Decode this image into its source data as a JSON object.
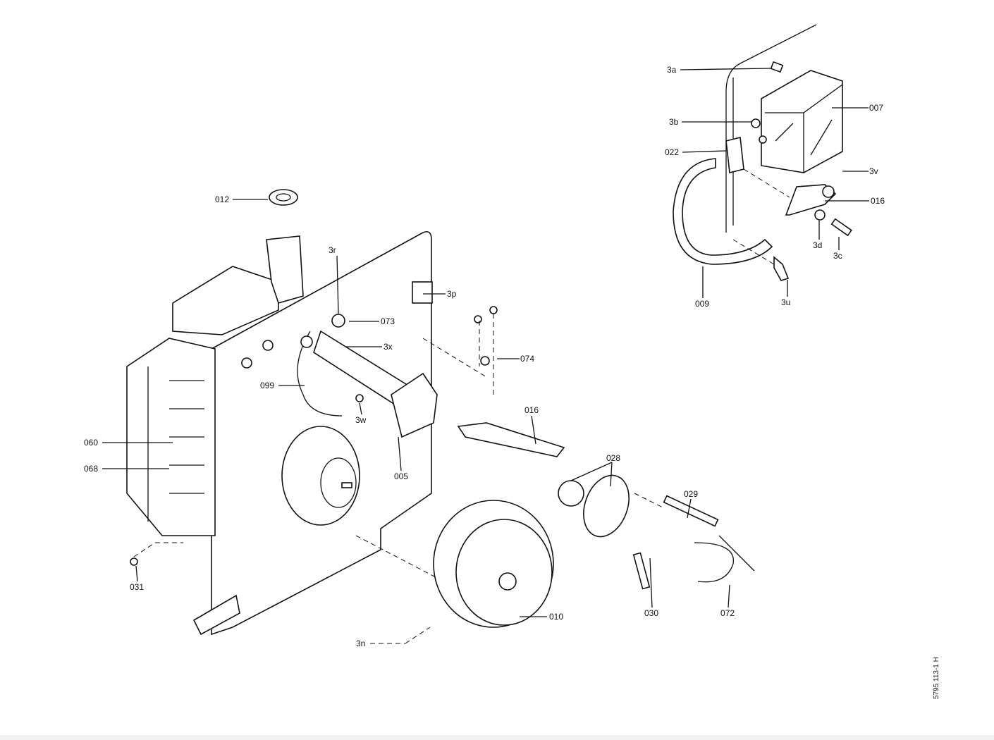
{
  "diagram": {
    "labels": [
      "3a",
      "007",
      "3b",
      "022",
      "3v",
      "016",
      "3d",
      "3c",
      "009",
      "3u",
      "012",
      "3r",
      "3p",
      "073",
      "3x",
      "074",
      "099",
      "3w",
      "016",
      "060",
      "068",
      "005",
      "028",
      "029",
      "030",
      "072",
      "010",
      "031",
      "3n"
    ],
    "drawing_number": "5795 113-1 H"
  }
}
